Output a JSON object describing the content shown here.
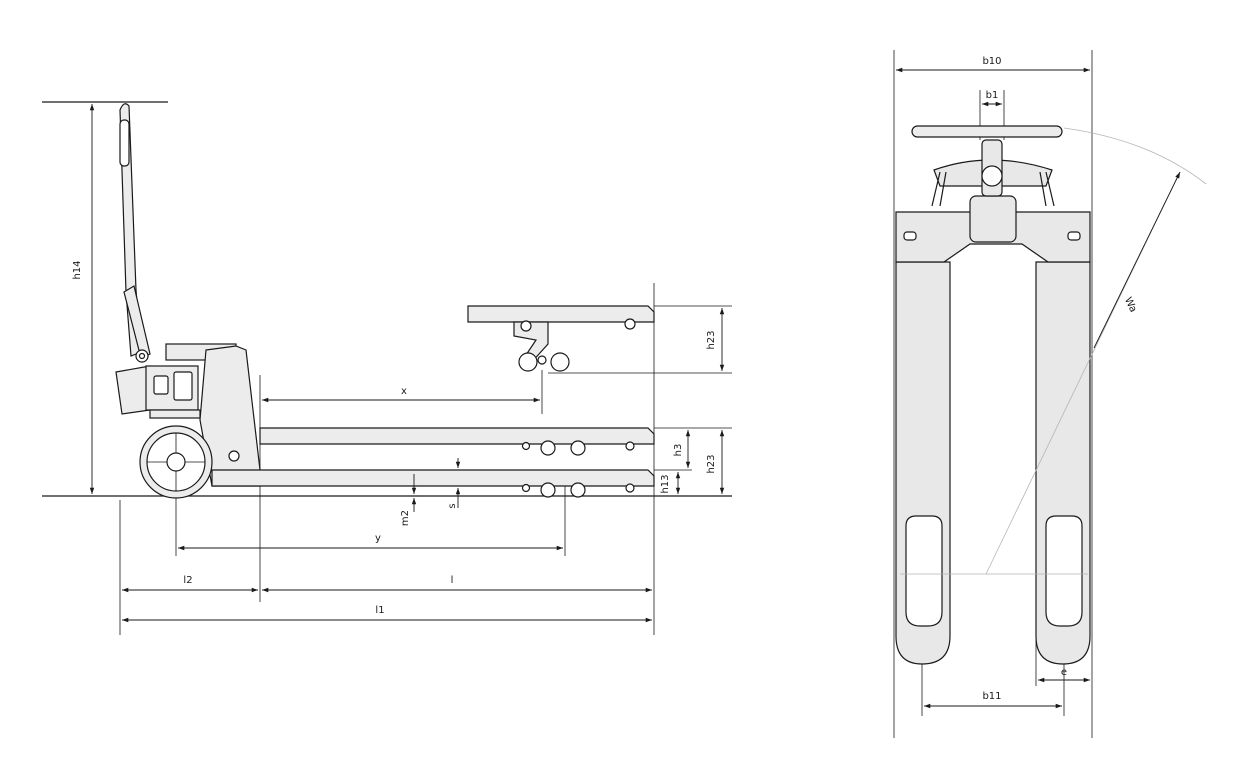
{
  "side_view": {
    "labels": {
      "h14": "h14",
      "h23_top": "h23",
      "x": "x",
      "h3": "h3",
      "h23_bottom": "h23",
      "h13": "h13",
      "m2": "m2",
      "s": "s",
      "y": "y",
      "l2": "l2",
      "l": "l",
      "l1": "l1"
    }
  },
  "top_view": {
    "labels": {
      "b10": "b10",
      "b1": "b1",
      "wa": "Wa",
      "b11": "b11",
      "e": "e"
    }
  },
  "colors": {
    "line": "#1a1a1a",
    "fill": "#e8e8e8",
    "guide": "#b5b5b5"
  }
}
